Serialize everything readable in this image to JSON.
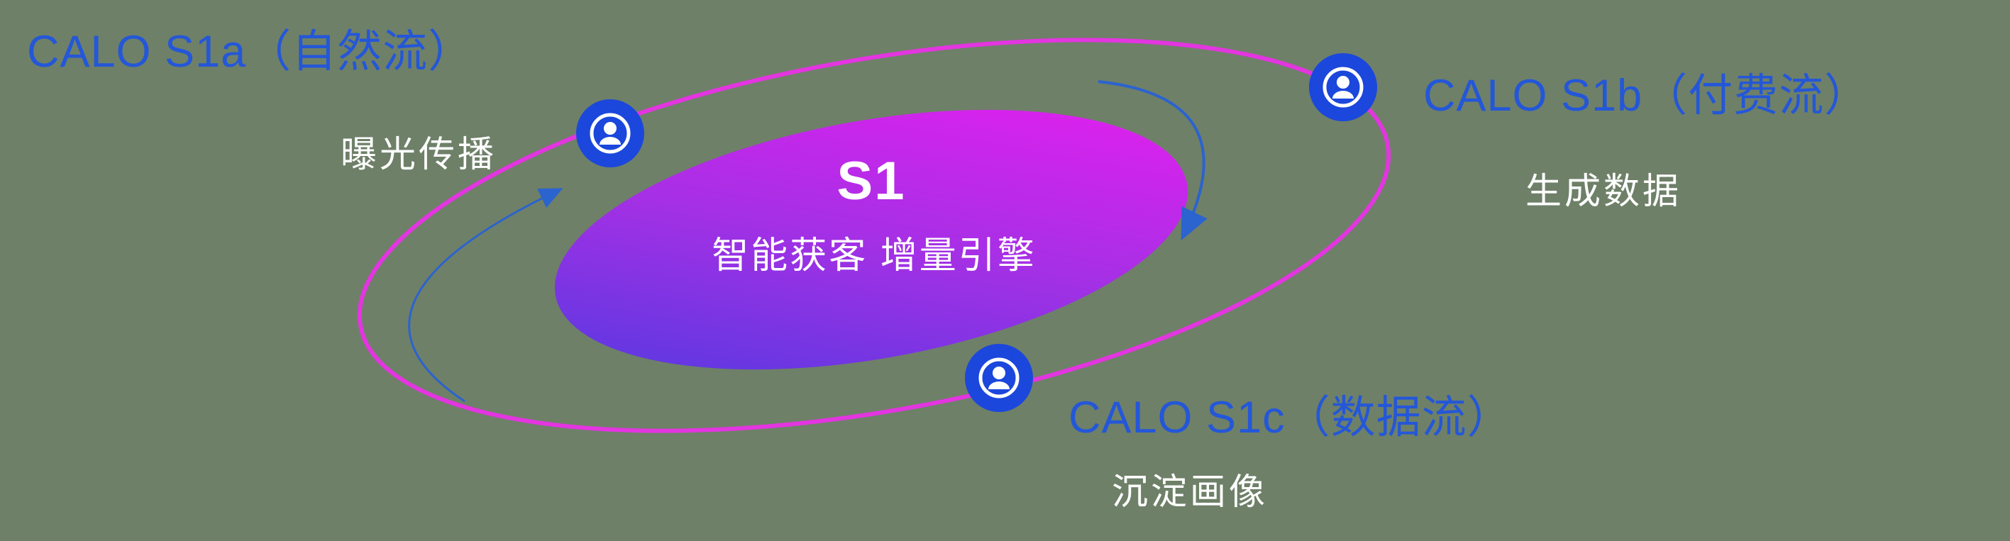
{
  "colors": {
    "background": "#6e8068",
    "label_blue": "#2457d8",
    "orbit_pink": "#e335e0",
    "node_blue": "#1b47dc",
    "arrow_blue": "#2b63cf",
    "gradient_start": "#4b3ae0",
    "gradient_mid": "#a530e5",
    "gradient_end": "#ed1df0",
    "text_white": "#ffffff"
  },
  "center": {
    "title": "S1",
    "subtitle": "智能获客  增量引擎"
  },
  "nodes": [
    {
      "label": "CALO S1a（自然流）",
      "sublabel": "曝光传播"
    },
    {
      "label": "CALO S1b（付费流）",
      "sublabel": "生成数据"
    },
    {
      "label": "CALO S1c（数据流）",
      "sublabel": "沉淀画像"
    }
  ]
}
